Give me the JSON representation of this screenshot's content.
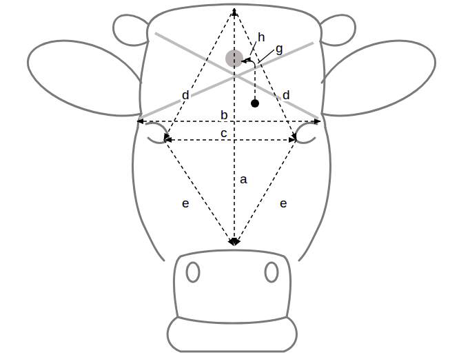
{
  "diagram": {
    "labels": [
      "h",
      "g",
      "d",
      "d",
      "b",
      "c",
      "a",
      "e",
      "e"
    ]
  }
}
